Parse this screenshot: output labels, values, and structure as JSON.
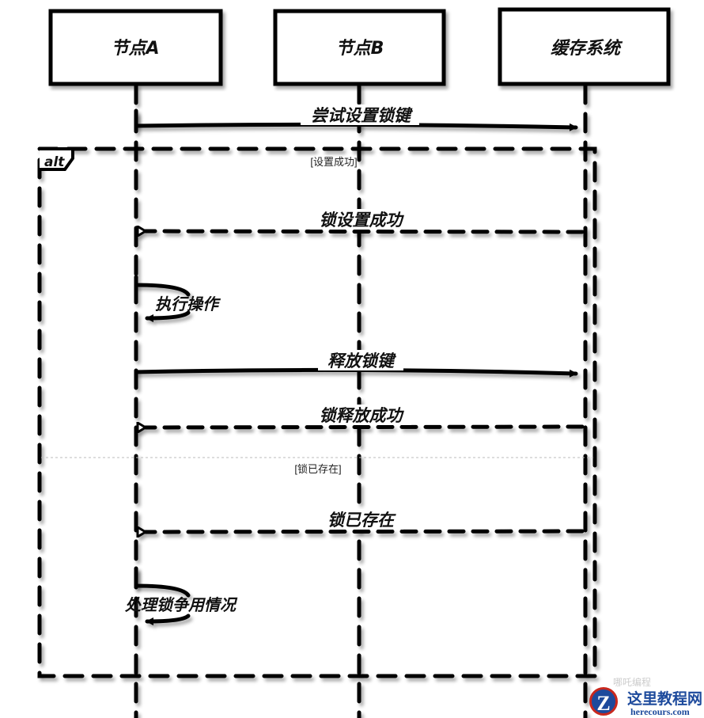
{
  "diagram": {
    "type": "sequence",
    "participants": [
      {
        "id": "A",
        "label": "节点A"
      },
      {
        "id": "B",
        "label": "节点B"
      },
      {
        "id": "C",
        "label": "缓存系统"
      }
    ],
    "messages": [
      {
        "from": "A",
        "to": "C",
        "label": "尝试设置锁键",
        "style": "solid"
      },
      {
        "from": "C",
        "to": "A",
        "label": "锁设置成功",
        "style": "dashed"
      },
      {
        "from": "A",
        "to": "A",
        "label": "执行操作",
        "style": "self"
      },
      {
        "from": "A",
        "to": "C",
        "label": "释放锁键",
        "style": "solid"
      },
      {
        "from": "C",
        "to": "A",
        "label": "锁释放成功",
        "style": "dashed"
      },
      {
        "from": "C",
        "to": "A",
        "label": "锁已存在",
        "style": "dashed"
      },
      {
        "from": "A",
        "to": "A",
        "label": "处理锁争用情况",
        "style": "self"
      }
    ],
    "fragment": {
      "kind": "alt",
      "guards": [
        "[设置成功]",
        "[锁已存在]"
      ]
    }
  },
  "watermark": {
    "logo_letter": "Z",
    "name": "这里教程网",
    "domain": "herecours.com",
    "faint_text": "哪吒编程",
    "colors": {
      "brand_blue": "#1d4a9c",
      "brand_red": "#c8281e"
    }
  }
}
